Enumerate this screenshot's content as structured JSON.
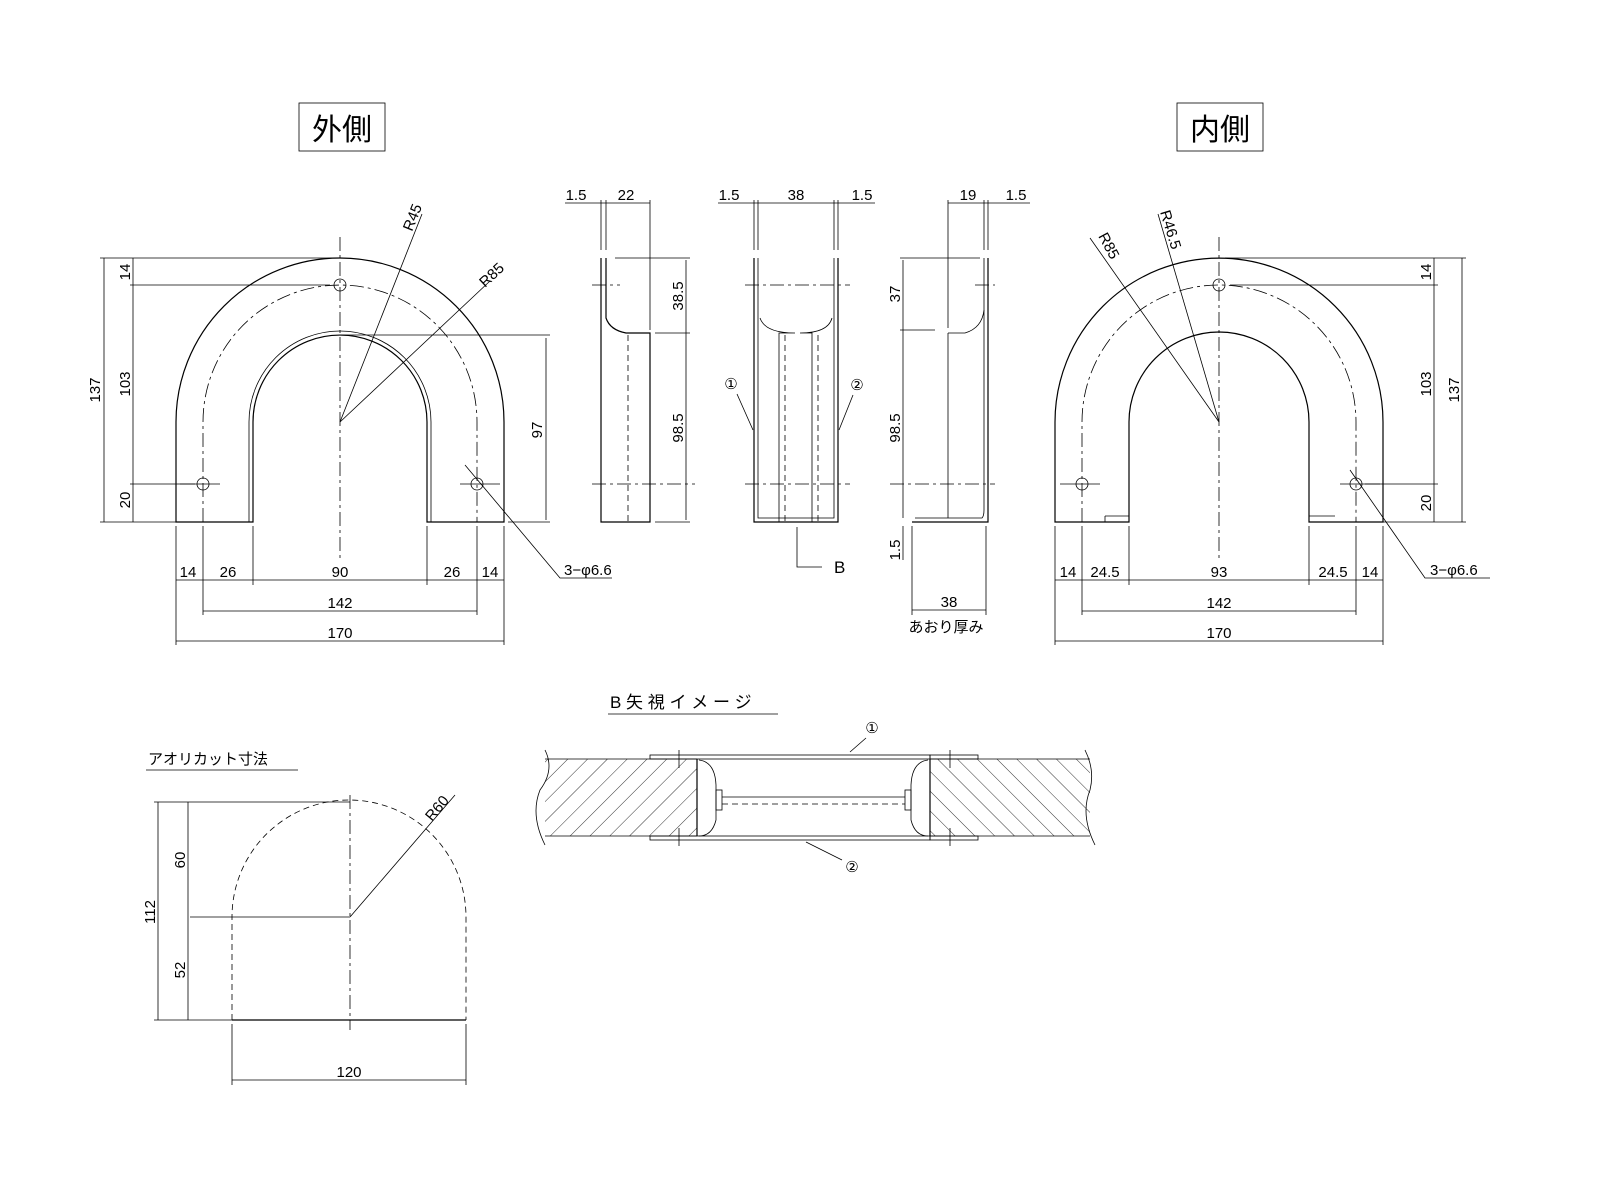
{
  "titles": {
    "outer": "外側",
    "inner": "内側"
  },
  "outer_view": {
    "r_inner": "R45",
    "r_outer": "R85",
    "d14": "14",
    "d103": "103",
    "d137": "137",
    "d20": "20",
    "d97": "97",
    "w14a": "14",
    "w26a": "26",
    "w90": "90",
    "w26b": "26",
    "w14b": "14",
    "w142": "142",
    "w170": "170",
    "holes": "3−φ6.6"
  },
  "side1": {
    "t1": "1.5",
    "t2": "22",
    "h1": "38.5",
    "h2": "98.5"
  },
  "side2": {
    "t1": "1.5",
    "t2": "38",
    "t3": "1.5",
    "callout1": "①",
    "callout2": "②",
    "arrow": "B"
  },
  "side3": {
    "t1": "19",
    "t2": "1.5",
    "h1": "37",
    "h2": "98.5",
    "h3": "1.5",
    "w": "38",
    "caption": "あおり厚み"
  },
  "inner_view": {
    "r_outer": "R85",
    "r_inner": "R46.5",
    "d14": "14",
    "d103": "103",
    "d137": "137",
    "d20": "20",
    "w14a": "14",
    "w24a": "24.5",
    "w93": "93",
    "w24b": "24.5",
    "w14b": "14",
    "w142": "142",
    "w170": "170",
    "holes": "3−φ6.6"
  },
  "cut": {
    "title": "アオリカット寸法",
    "r": "R60",
    "d60": "60",
    "d52": "52",
    "d112": "112",
    "w120": "120"
  },
  "bview": {
    "title": "B 矢 視 イ メ ー ジ",
    "c1": "①",
    "c2": "②"
  }
}
